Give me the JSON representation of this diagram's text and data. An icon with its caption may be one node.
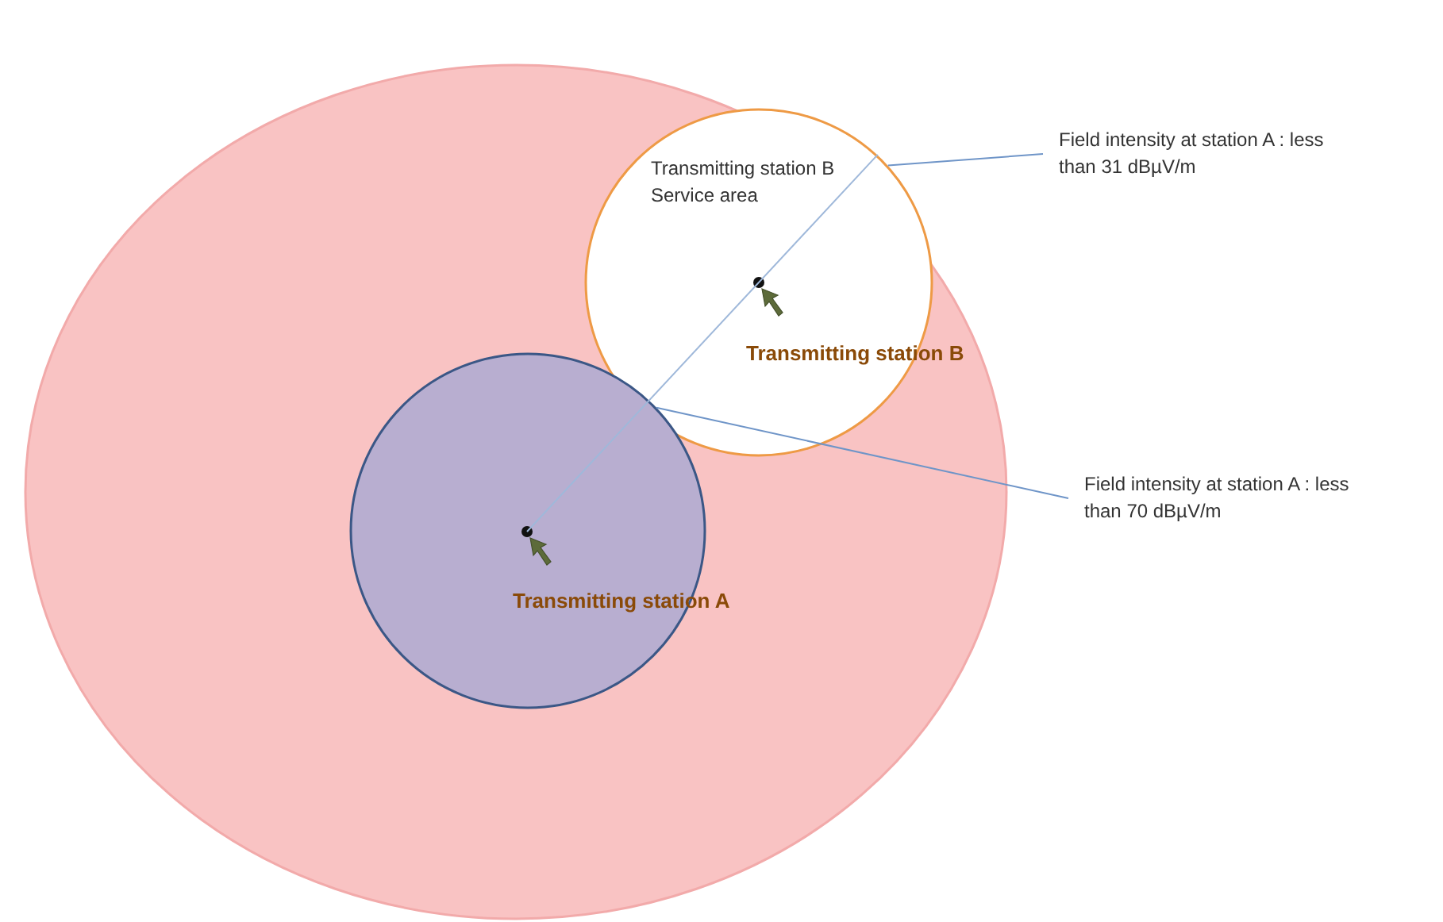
{
  "diagram": {
    "nodes": [
      {
        "text": [],
        "shape": "circle"
      },
      {
        "text": [
          "Transmitting station B Service area",
          "Transmitting station B"
        ],
        "in": 0
      },
      {
        "text": [
          "Transmitting station A"
        ],
        "in": 0
      },
      {
        "text": [
          "Field intensity at station A : less than 31 dBµV/m"
        ]
      },
      {
        "text": [
          "Field intensity at station A : less than 70 dBµV/m"
        ]
      }
    ],
    "edges": [
      {
        "from": 3,
        "to": 1,
        "arrow": "none"
      },
      {
        "from": 4,
        "to": 2,
        "arrow": "none"
      }
    ]
  }
}
